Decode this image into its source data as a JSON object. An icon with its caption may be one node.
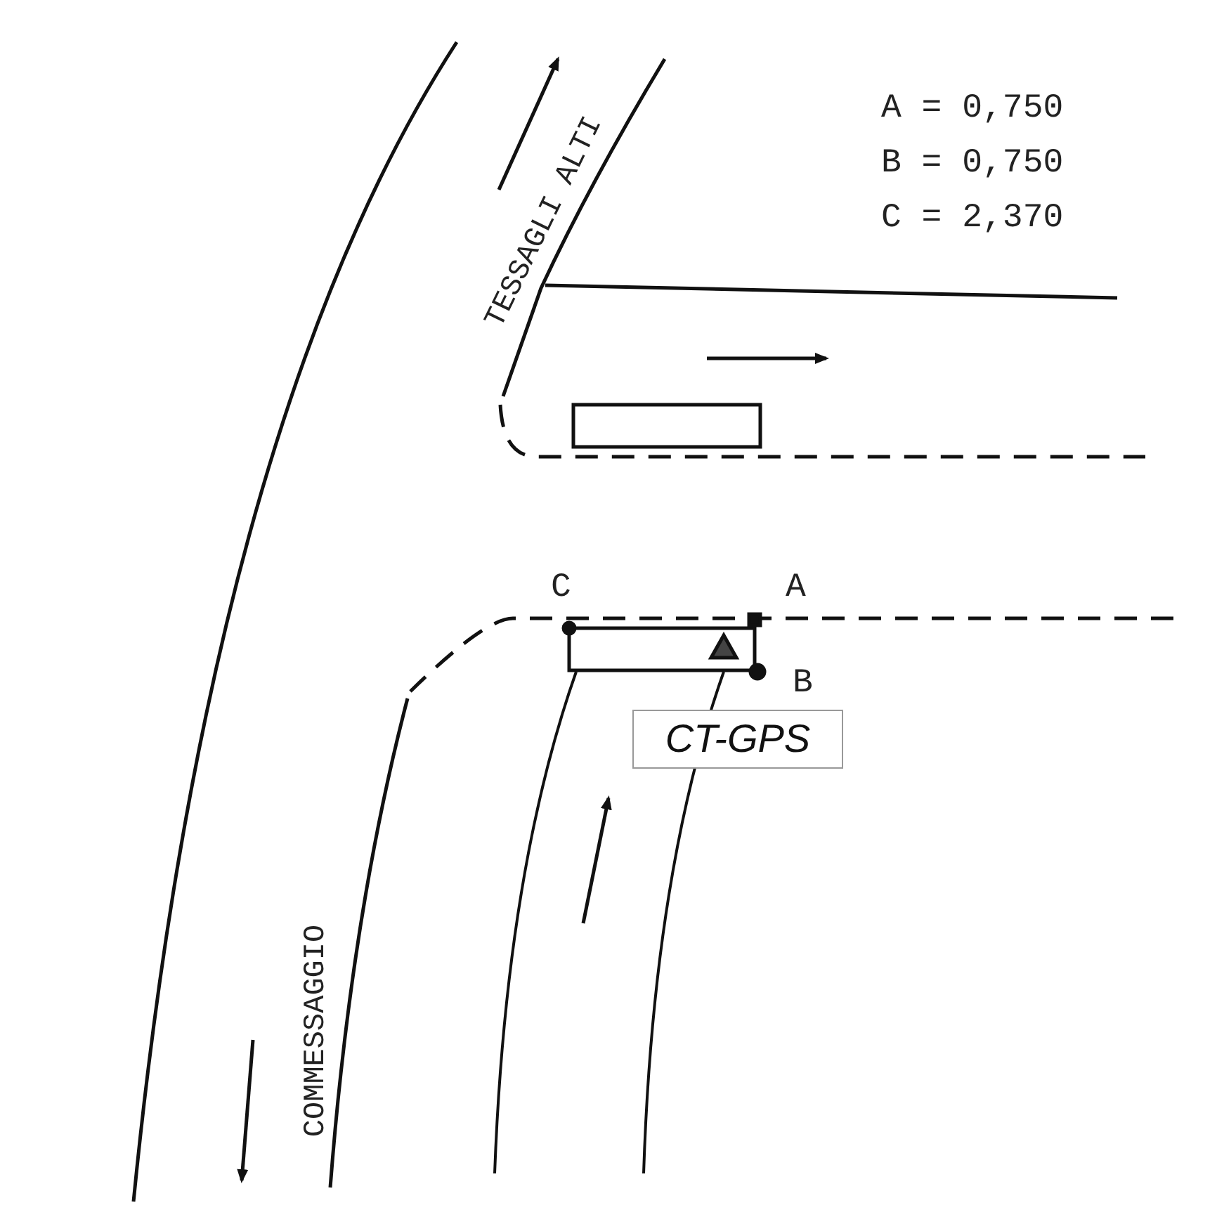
{
  "diagram": {
    "nodes": [
      {
        "text": [
          "CT-GPS"
        ]
      }
    ],
    "labels": [
      "TESSAGLI ALTI",
      "A = 0,750",
      "B = 0,750",
      "C = 2,370",
      "C",
      "A",
      "B",
      "COMMESSAGGIO"
    ]
  }
}
